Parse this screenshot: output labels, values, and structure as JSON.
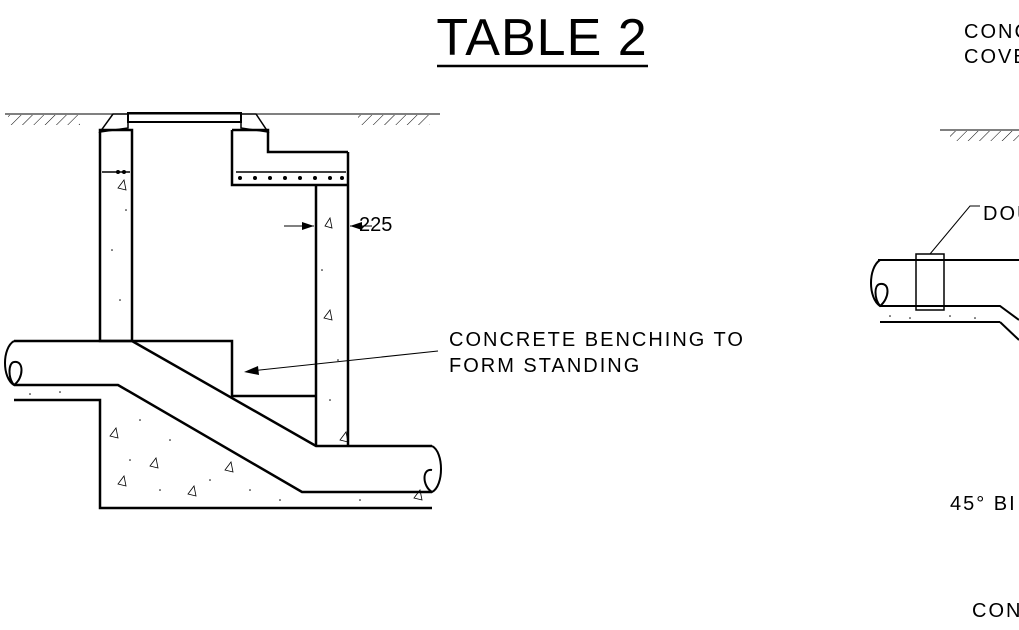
{
  "title": "TABLE 2",
  "left_detail": {
    "dimension": "225",
    "note_line1": "CONCRETE BENCHING TO",
    "note_line2": "FORM STANDING"
  },
  "right_detail_cropped": {
    "cover_line1": "CONC",
    "cover_line2": "COVE",
    "dou_label": "DOU",
    "bend_label": "45° BI",
    "con_label": "CON"
  }
}
